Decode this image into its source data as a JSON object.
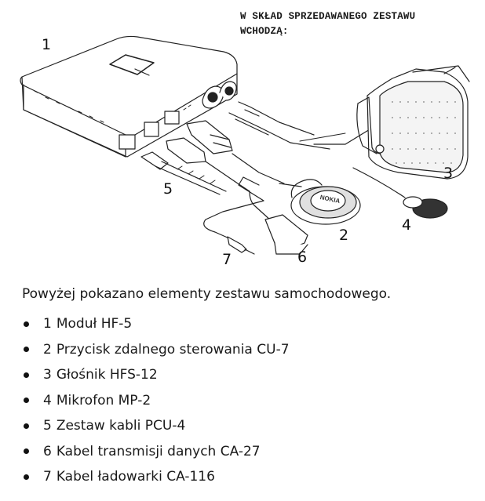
{
  "heading": [
    "W SKŁAD SPRZEDAWANEGO ZESTAWU",
    "WCHODZĄ:"
  ],
  "callouts": [
    "1",
    "2",
    "3",
    "4",
    "5",
    "6",
    "7"
  ],
  "brand_marks": [
    "NOKIA"
  ],
  "intro": "Powyżej pokazano elementy zestawu samochodowego.",
  "items": [
    {
      "num": "1",
      "label": "Moduł HF-5"
    },
    {
      "num": "2",
      "label": "Przycisk zdalnego sterowania CU-7"
    },
    {
      "num": "3",
      "label": "Głośnik HFS-12"
    },
    {
      "num": "4",
      "label": "Mikrofon MP-2"
    },
    {
      "num": "5",
      "label": "Zestaw kabli PCU-4"
    },
    {
      "num": "6",
      "label": "Kabel transmisji danych CA-27"
    },
    {
      "num": "7",
      "label": "Kabel ładowarki CA-116"
    }
  ]
}
